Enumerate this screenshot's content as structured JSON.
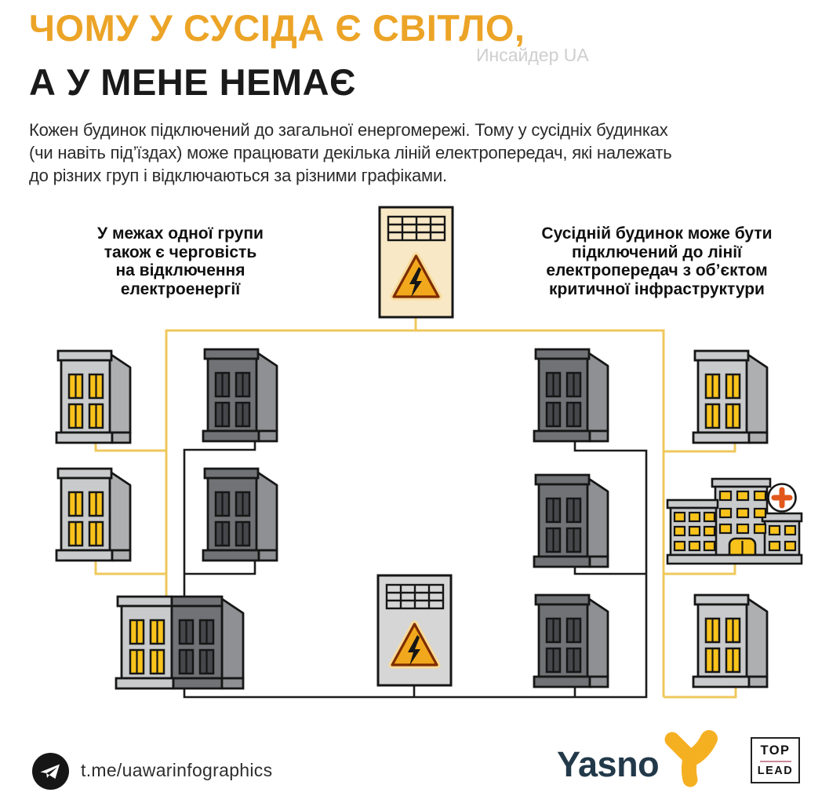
{
  "title": {
    "line1": "ЧОМУ У СУСІДА Є СВІТЛО,",
    "line2": "А У МЕНЕ НЕМАЄ"
  },
  "watermark": "Инсайдер UA",
  "intro": {
    "line1": "Кожен будинок підключений до загальної енергомережі. Тому у сусідніх будинках",
    "line2": "(чи навіть під’їздах) може працювати декілька ліній електропередач, які належать",
    "line3": "до різних груп і відключаються за різними графіками."
  },
  "callout_left": {
    "line1": "У межах одної групи",
    "line2": "також є черговість",
    "line3": "на відключення",
    "line4": "електроенергії"
  },
  "callout_right": {
    "line1": "Сусідній будинок може бути",
    "line2": "підключений до лінії",
    "line3": "електропередач з об’єктом",
    "line4": "критичної інфраструктури"
  },
  "footer": {
    "telegram_handle": "t.me/uawarinfographics",
    "yasno_label": "Yasno",
    "toplead_line1": "TOP",
    "toplead_line2": "LEAD"
  },
  "colors": {
    "accent_orange": "#ECA427",
    "title_black": "#1A1A1A",
    "text_dark": "#2B2B2B",
    "watermark_gray": "#C2C2C2",
    "wire_yellow": "#EFC85C",
    "wire_black": "#1C1C1C",
    "building_light": "#C9CACB",
    "building_light_side": "#ADAFB1",
    "building_dark": "#717275",
    "building_dark_side": "#8E9093",
    "window_lit": "#F9C31B",
    "window_dark": "#46474A",
    "transformer_cream": "#F8E8C6",
    "transformer_gray": "#D6D6D7",
    "hazard_orange": "#F2A81D",
    "hazard_border": "#7E2C00",
    "hazard_glow": "#F8DB9A",
    "cross_red": "#E2571B",
    "yasno_navy": "#22394A",
    "yasno_yellow": "#F5B022",
    "toplead_divider": "#C9889A"
  }
}
